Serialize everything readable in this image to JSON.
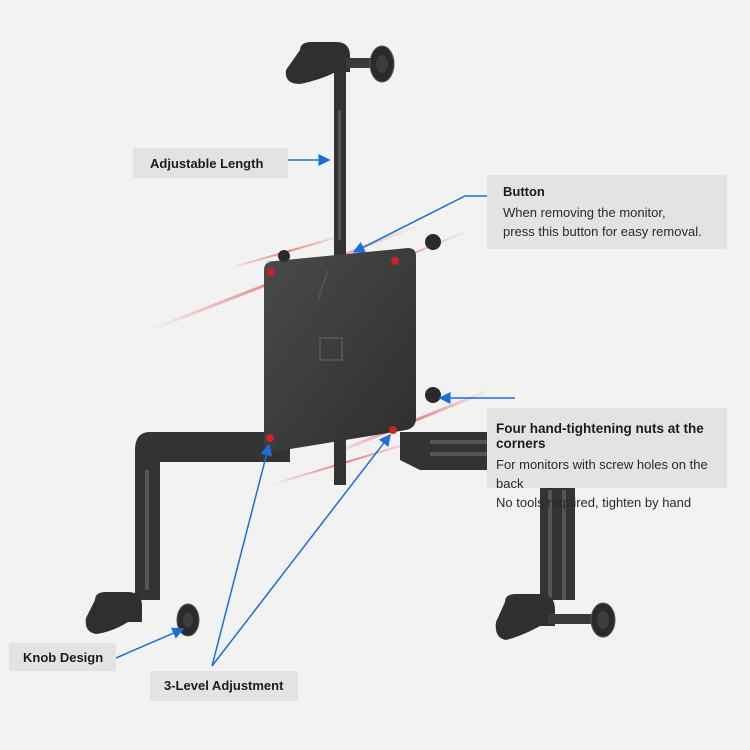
{
  "labels": {
    "adjustable_length": {
      "title": "Adjustable Length"
    },
    "button": {
      "title": "Button",
      "lines": [
        "When removing the monitor,",
        "press this button for easy removal."
      ]
    },
    "nuts": {
      "title": "Four hand-tightening nuts at the corners",
      "lines": [
        "For monitors with screw holes on the back",
        "No tools required, tighten by hand"
      ]
    },
    "knob": {
      "title": "Knob Design"
    },
    "level": {
      "title": "3-Level Adjustment"
    }
  },
  "colors": {
    "background": "#f2f2f2",
    "label_box": "#e3e3e3",
    "arrow": "#1a6fd8",
    "bracket": "#3a3a3a",
    "laser": "#e02020"
  },
  "icons": [
    "arrow-icon",
    "mounting-plate",
    "knob",
    "hand-nut"
  ]
}
